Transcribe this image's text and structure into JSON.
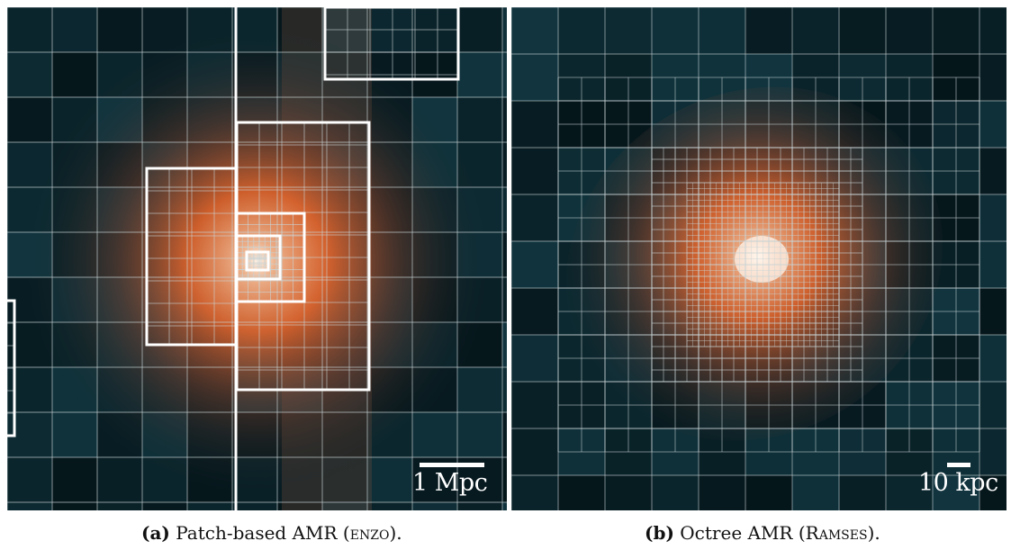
{
  "panels": [
    {
      "id": "a",
      "scale_bar_label": "1 Mpc",
      "caption_tag": "(a)",
      "caption_text": "Patch-based AMR (",
      "caption_code": "enzo",
      "caption_end": ")."
    },
    {
      "id": "b",
      "scale_bar_label": "10 kpc",
      "caption_tag": "(b)",
      "caption_text": "Octree AMR (",
      "caption_code": "Ramses",
      "caption_end": ")."
    }
  ],
  "colors": {
    "background_dark": "#0c2630",
    "teal": "#143e4a",
    "orange": "#f06a2d",
    "core": "#fff3e6",
    "grid_line": "#c9d3d6",
    "patch_border": "#ffffff"
  }
}
